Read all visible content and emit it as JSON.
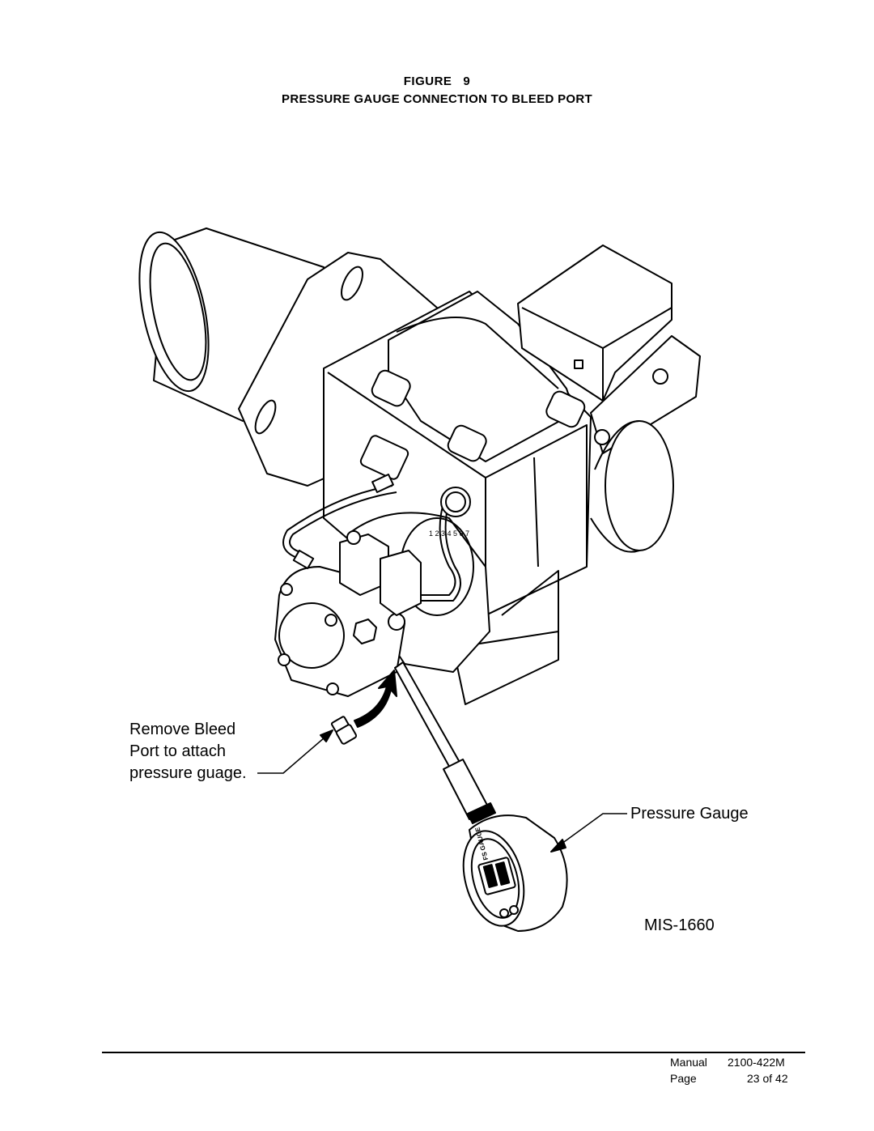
{
  "figure": {
    "number": "FIGURE   9",
    "title": "PRESSURE GAUGE CONNECTION TO BLEED PORT"
  },
  "callouts": {
    "bleed_line1": "Remove Bleed",
    "bleed_line2": "Port to attach",
    "bleed_line3": "pressure guage.",
    "gauge": "Pressure Gauge",
    "drawing_id": "MIS-1660"
  },
  "footer": {
    "manual_label": "Manual",
    "manual_value": "2100-422M",
    "page_label": "Page",
    "page_value": "23 of 42"
  },
  "icons": [
    "oil-burner-drawing",
    "pressure-gauge-drawing",
    "bleed-port-fitting-icon",
    "arrow-icon"
  ]
}
